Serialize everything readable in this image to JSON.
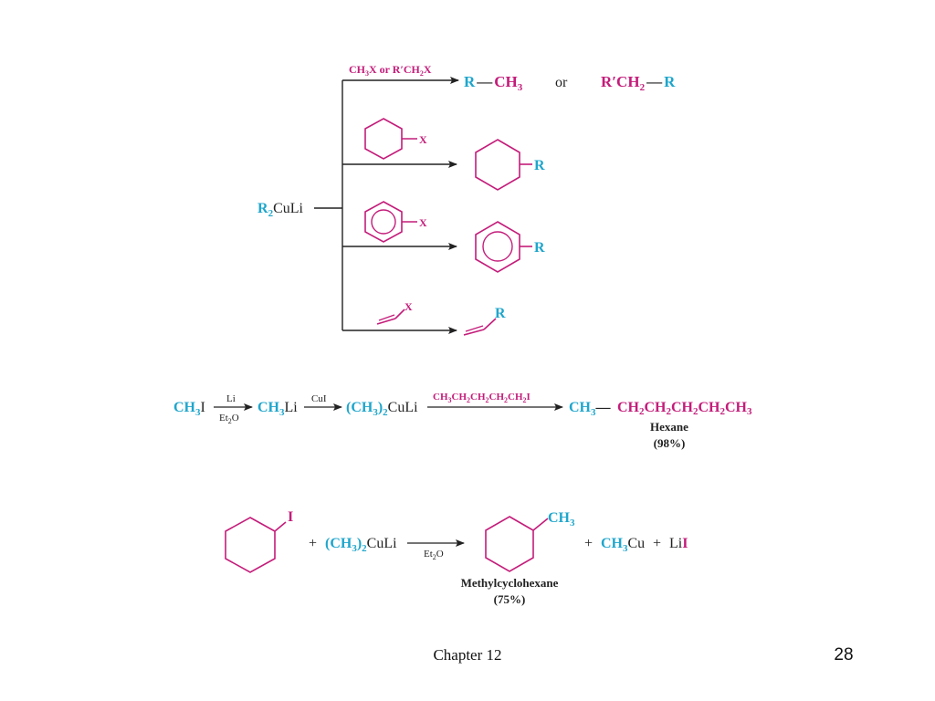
{
  "colors": {
    "cyan": "#1fa6cc",
    "magenta": "#c41c7a",
    "black": "#222222"
  },
  "scheme1": {
    "reagent_main": "R",
    "reagent_sub": "2",
    "reagent_rest": "CuLi",
    "branch1": {
      "above_parts": [
        {
          "t": "CH",
          "sub": false
        },
        {
          "t": "3",
          "sub": true
        },
        {
          "t": "X or R′CH",
          "sub": false
        },
        {
          "t": "2",
          "sub": true
        },
        {
          "t": "X",
          "sub": false
        }
      ],
      "prod_a_r": "R",
      "prod_a_dash": "—",
      "prod_a_ch": "CH",
      "prod_a_sub": "3",
      "or_text": "or",
      "prod_b_pre": "R′CH",
      "prod_b_sub": "2",
      "prod_b_dash": "—",
      "prod_b_r": "R"
    },
    "branch2": {
      "subst_label": "X",
      "prod_label": "R"
    },
    "branch3": {
      "subst_label": "X",
      "prod_label": "R"
    },
    "branch4": {
      "subst_label": "X",
      "prod_label": "R"
    }
  },
  "scheme2": {
    "start_ch": "CH",
    "start_sub": "3",
    "start_i": "I",
    "arrow1_top": "Li",
    "arrow1_bottom_a": "Et",
    "arrow1_bottom_sub": "2",
    "arrow1_bottom_b": "O",
    "mid1_ch": "CH",
    "mid1_sub": "3",
    "mid1_rest": "Li",
    "arrow2_top": "CuI",
    "mid2_a": "(CH",
    "mid2_sub1": "3",
    "mid2_b": ")",
    "mid2_sub2": "2",
    "mid2_rest": "CuLi",
    "arrow3_top_parts": [
      {
        "t": "CH",
        "sub": false
      },
      {
        "t": "3",
        "sub": true
      },
      {
        "t": "CH",
        "sub": false
      },
      {
        "t": "2",
        "sub": true
      },
      {
        "t": "CH",
        "sub": false
      },
      {
        "t": "2",
        "sub": true
      },
      {
        "t": "CH",
        "sub": false
      },
      {
        "t": "2",
        "sub": true
      },
      {
        "t": "CH",
        "sub": false
      },
      {
        "t": "2",
        "sub": true
      },
      {
        "t": "I",
        "sub": false
      }
    ],
    "product_ch3": "CH",
    "product_ch3_sub": "3",
    "product_dash": "—",
    "product_chain_parts": [
      {
        "t": "CH",
        "sub": false
      },
      {
        "t": "2",
        "sub": true
      },
      {
        "t": "CH",
        "sub": false
      },
      {
        "t": "2",
        "sub": true
      },
      {
        "t": "CH",
        "sub": false
      },
      {
        "t": "2",
        "sub": true
      },
      {
        "t": "CH",
        "sub": false
      },
      {
        "t": "2",
        "sub": true
      },
      {
        "t": "CH",
        "sub": false
      },
      {
        "t": "3",
        "sub": true
      }
    ],
    "product_name": "Hexane",
    "product_yield": "(98%)"
  },
  "scheme3": {
    "iodo_label": "I",
    "plus1": "+",
    "reagent_a": "(CH",
    "reagent_sub1": "3",
    "reagent_b": ")",
    "reagent_sub2": "2",
    "reagent_rest": "CuLi",
    "arrow_bottom_a": "Et",
    "arrow_bottom_sub": "2",
    "arrow_bottom_b": "O",
    "methyl_ch": "CH",
    "methyl_sub": "3",
    "plus2": "+",
    "byproduct1_ch": "CH",
    "byproduct1_sub": "3",
    "byproduct1_rest": "Cu",
    "plus3": "+",
    "byproduct2_li": "Li",
    "byproduct2_i": "I",
    "product_name": "Methylcyclohexane",
    "product_yield": "(75%)"
  },
  "footer": {
    "chapter": "Chapter 12",
    "page_number": "28"
  }
}
